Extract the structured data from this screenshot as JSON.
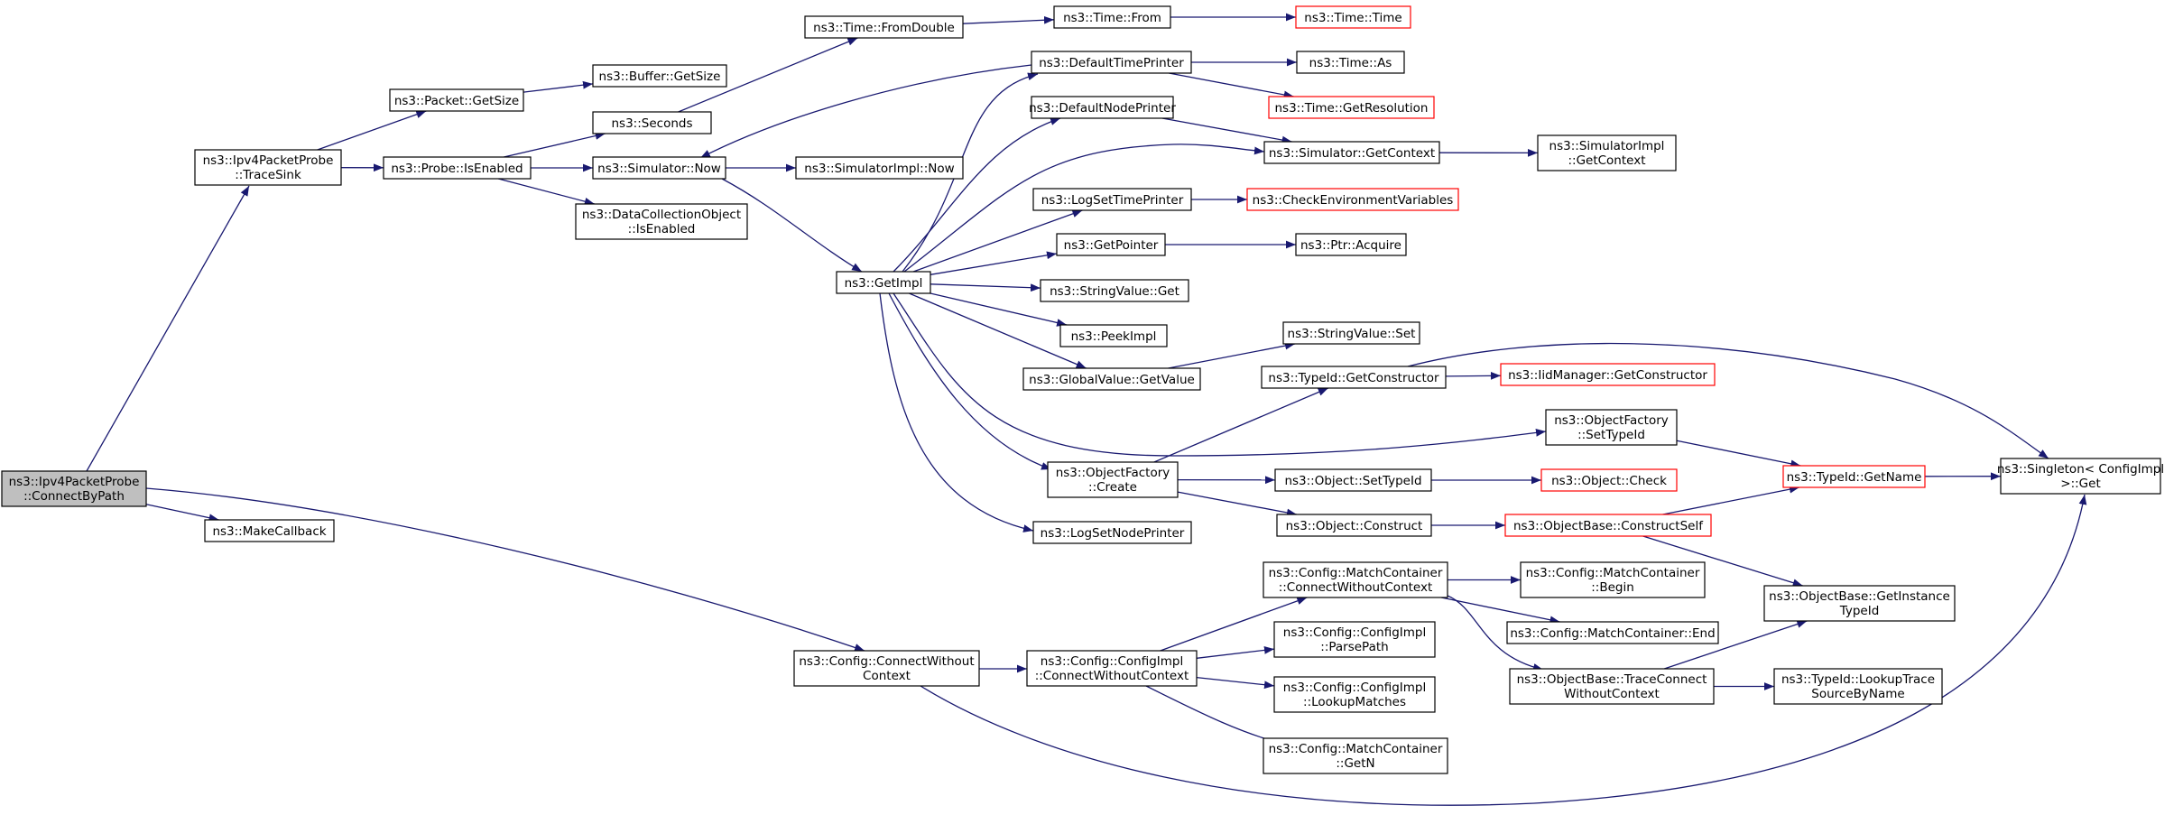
{
  "colors": {
    "edge": "#191970",
    "node_border": "#000000",
    "truncated_border": "#ff0000",
    "root_fill": "#bfbfbf",
    "node_fill": "#ffffff"
  },
  "nodes": [
    {
      "id": "connect_by_path",
      "lines": [
        "ns3::Ipv4PacketProbe",
        "::ConnectByPath"
      ],
      "style": "root"
    },
    {
      "id": "trace_sink",
      "lines": [
        "ns3::Ipv4PacketProbe",
        "::TraceSink"
      ],
      "style": "normal"
    },
    {
      "id": "make_callback",
      "lines": [
        "ns3::MakeCallback"
      ],
      "style": "normal"
    },
    {
      "id": "cfg_connect_without_context",
      "lines": [
        "ns3::Config::ConnectWithout",
        "Context"
      ],
      "style": "normal"
    },
    {
      "id": "packet_get_size",
      "lines": [
        "ns3::Packet::GetSize"
      ],
      "style": "normal"
    },
    {
      "id": "probe_is_enabled",
      "lines": [
        "ns3::Probe::IsEnabled"
      ],
      "style": "normal"
    },
    {
      "id": "buffer_get_size",
      "lines": [
        "ns3::Buffer::GetSize"
      ],
      "style": "normal"
    },
    {
      "id": "seconds",
      "lines": [
        "ns3::Seconds"
      ],
      "style": "normal"
    },
    {
      "id": "simulator_now",
      "lines": [
        "ns3::Simulator::Now"
      ],
      "style": "normal"
    },
    {
      "id": "dco_is_enabled",
      "lines": [
        "ns3::DataCollectionObject",
        "::IsEnabled"
      ],
      "style": "normal"
    },
    {
      "id": "time_from_double",
      "lines": [
        "ns3::Time::FromDouble"
      ],
      "style": "normal"
    },
    {
      "id": "time_from",
      "lines": [
        "ns3::Time::From"
      ],
      "style": "normal"
    },
    {
      "id": "time_time",
      "lines": [
        "ns3::Time::Time"
      ],
      "style": "truncated"
    },
    {
      "id": "simimpl_now",
      "lines": [
        "ns3::SimulatorImpl::Now"
      ],
      "style": "normal"
    },
    {
      "id": "get_impl",
      "lines": [
        "ns3::GetImpl"
      ],
      "style": "normal"
    },
    {
      "id": "default_time_printer",
      "lines": [
        "ns3::DefaultTimePrinter"
      ],
      "style": "normal"
    },
    {
      "id": "time_as",
      "lines": [
        "ns3::Time::As"
      ],
      "style": "normal"
    },
    {
      "id": "time_get_resolution",
      "lines": [
        "ns3::Time::GetResolution"
      ],
      "style": "truncated"
    },
    {
      "id": "default_node_printer",
      "lines": [
        "ns3::DefaultNodePrinter"
      ],
      "style": "normal"
    },
    {
      "id": "simulator_get_context",
      "lines": [
        "ns3::Simulator::GetContext"
      ],
      "style": "normal"
    },
    {
      "id": "simimpl_get_context",
      "lines": [
        "ns3::SimulatorImpl",
        "::GetContext"
      ],
      "style": "normal"
    },
    {
      "id": "log_set_time_printer",
      "lines": [
        "ns3::LogSetTimePrinter"
      ],
      "style": "normal"
    },
    {
      "id": "check_env_vars",
      "lines": [
        "ns3::CheckEnvironmentVariables"
      ],
      "style": "truncated"
    },
    {
      "id": "get_pointer",
      "lines": [
        "ns3::GetPointer"
      ],
      "style": "normal"
    },
    {
      "id": "ptr_acquire",
      "lines": [
        "ns3::Ptr::Acquire"
      ],
      "style": "normal"
    },
    {
      "id": "string_value_get",
      "lines": [
        "ns3::StringValue::Get"
      ],
      "style": "normal"
    },
    {
      "id": "peek_impl",
      "lines": [
        "ns3::PeekImpl"
      ],
      "style": "normal"
    },
    {
      "id": "string_value_set",
      "lines": [
        "ns3::StringValue::Set"
      ],
      "style": "normal"
    },
    {
      "id": "global_value_get_value",
      "lines": [
        "ns3::GlobalValue::GetValue"
      ],
      "style": "normal"
    },
    {
      "id": "typeid_get_constructor",
      "lines": [
        "ns3::TypeId::GetConstructor"
      ],
      "style": "normal"
    },
    {
      "id": "iidmanager_get_constructor",
      "lines": [
        "ns3::IidManager::GetConstructor"
      ],
      "style": "truncated"
    },
    {
      "id": "object_factory_set_type_id",
      "lines": [
        "ns3::ObjectFactory",
        "::SetTypeId"
      ],
      "style": "normal"
    },
    {
      "id": "object_factory_create",
      "lines": [
        "ns3::ObjectFactory",
        "::Create"
      ],
      "style": "normal"
    },
    {
      "id": "object_set_type_id",
      "lines": [
        "ns3::Object::SetTypeId"
      ],
      "style": "normal"
    },
    {
      "id": "object_check",
      "lines": [
        "ns3::Object::Check"
      ],
      "style": "truncated"
    },
    {
      "id": "typeid_get_name",
      "lines": [
        "ns3::TypeId::GetName"
      ],
      "style": "truncated"
    },
    {
      "id": "singleton_get",
      "lines": [
        "ns3::Singleton< ConfigImpl",
        ">::Get"
      ],
      "style": "normal"
    },
    {
      "id": "object_construct",
      "lines": [
        "ns3::Object::Construct"
      ],
      "style": "normal"
    },
    {
      "id": "objectbase_construct_self",
      "lines": [
        "ns3::ObjectBase::ConstructSelf"
      ],
      "style": "truncated"
    },
    {
      "id": "log_set_node_printer",
      "lines": [
        "ns3::LogSetNodePrinter"
      ],
      "style": "normal"
    },
    {
      "id": "mc_connect_without_context",
      "lines": [
        "ns3::Config::MatchContainer",
        "::ConnectWithoutContext"
      ],
      "style": "normal"
    },
    {
      "id": "mc_begin",
      "lines": [
        "ns3::Config::MatchContainer",
        "::Begin"
      ],
      "style": "normal"
    },
    {
      "id": "mc_end",
      "lines": [
        "ns3::Config::MatchContainer::End"
      ],
      "style": "normal"
    },
    {
      "id": "objectbase_get_instance_type_id",
      "lines": [
        "ns3::ObjectBase::GetInstance",
        "TypeId"
      ],
      "style": "normal"
    },
    {
      "id": "configimpl_connect_without_context",
      "lines": [
        "ns3::Config::ConfigImpl",
        "::ConnectWithoutContext"
      ],
      "style": "normal"
    },
    {
      "id": "configimpl_parse_path",
      "lines": [
        "ns3::Config::ConfigImpl",
        "::ParsePath"
      ],
      "style": "normal"
    },
    {
      "id": "objectbase_trace_connect",
      "lines": [
        "ns3::ObjectBase::TraceConnect",
        "WithoutContext"
      ],
      "style": "normal"
    },
    {
      "id": "typeid_lookup_trace",
      "lines": [
        "ns3::TypeId::LookupTrace",
        "SourceByName"
      ],
      "style": "normal"
    },
    {
      "id": "configimpl_lookup_matches",
      "lines": [
        "ns3::Config::ConfigImpl",
        "::LookupMatches"
      ],
      "style": "normal"
    },
    {
      "id": "mc_get_n",
      "lines": [
        "ns3::Config::MatchContainer",
        "::GetN"
      ],
      "style": "normal"
    }
  ],
  "edges": [
    [
      "connect_by_path",
      "trace_sink"
    ],
    [
      "connect_by_path",
      "make_callback"
    ],
    [
      "connect_by_path",
      "cfg_connect_without_context"
    ],
    [
      "trace_sink",
      "packet_get_size"
    ],
    [
      "trace_sink",
      "probe_is_enabled"
    ],
    [
      "packet_get_size",
      "buffer_get_size"
    ],
    [
      "probe_is_enabled",
      "seconds"
    ],
    [
      "probe_is_enabled",
      "simulator_now"
    ],
    [
      "probe_is_enabled",
      "dco_is_enabled"
    ],
    [
      "seconds",
      "time_from_double"
    ],
    [
      "time_from_double",
      "time_from"
    ],
    [
      "time_from",
      "time_time"
    ],
    [
      "simulator_now",
      "simimpl_now"
    ],
    [
      "simulator_now",
      "get_impl"
    ],
    [
      "default_time_printer",
      "simulator_now"
    ],
    [
      "default_time_printer",
      "time_as"
    ],
    [
      "default_time_printer",
      "time_get_resolution"
    ],
    [
      "get_impl",
      "default_time_printer"
    ],
    [
      "get_impl",
      "default_node_printer"
    ],
    [
      "get_impl",
      "simulator_get_context"
    ],
    [
      "get_impl",
      "log_set_time_printer"
    ],
    [
      "get_impl",
      "get_pointer"
    ],
    [
      "get_impl",
      "string_value_get"
    ],
    [
      "get_impl",
      "peek_impl"
    ],
    [
      "get_impl",
      "global_value_get_value"
    ],
    [
      "get_impl",
      "object_factory_set_type_id"
    ],
    [
      "get_impl",
      "object_factory_create"
    ],
    [
      "get_impl",
      "log_set_node_printer"
    ],
    [
      "default_node_printer",
      "simulator_get_context"
    ],
    [
      "simulator_get_context",
      "simimpl_get_context"
    ],
    [
      "log_set_time_printer",
      "check_env_vars"
    ],
    [
      "get_pointer",
      "ptr_acquire"
    ],
    [
      "global_value_get_value",
      "string_value_set"
    ],
    [
      "typeid_get_constructor",
      "iidmanager_get_constructor"
    ],
    [
      "typeid_get_constructor",
      "singleton_get"
    ],
    [
      "object_factory_set_type_id",
      "typeid_get_name"
    ],
    [
      "object_factory_create",
      "typeid_get_constructor"
    ],
    [
      "object_factory_create",
      "object_set_type_id"
    ],
    [
      "object_factory_create",
      "object_construct"
    ],
    [
      "object_set_type_id",
      "object_check"
    ],
    [
      "object_construct",
      "objectbase_construct_self"
    ],
    [
      "objectbase_construct_self",
      "typeid_get_name"
    ],
    [
      "objectbase_construct_self",
      "objectbase_get_instance_type_id"
    ],
    [
      "typeid_get_name",
      "singleton_get"
    ],
    [
      "cfg_connect_without_context",
      "configimpl_connect_without_context"
    ],
    [
      "cfg_connect_without_context",
      "singleton_get"
    ],
    [
      "configimpl_connect_without_context",
      "mc_connect_without_context"
    ],
    [
      "configimpl_connect_without_context",
      "configimpl_parse_path"
    ],
    [
      "configimpl_connect_without_context",
      "configimpl_lookup_matches"
    ],
    [
      "configimpl_connect_without_context",
      "mc_get_n"
    ],
    [
      "mc_connect_without_context",
      "mc_begin"
    ],
    [
      "mc_connect_without_context",
      "mc_end"
    ],
    [
      "mc_connect_without_context",
      "objectbase_trace_connect"
    ],
    [
      "objectbase_trace_connect",
      "objectbase_get_instance_type_id"
    ],
    [
      "objectbase_trace_connect",
      "typeid_lookup_trace"
    ]
  ]
}
